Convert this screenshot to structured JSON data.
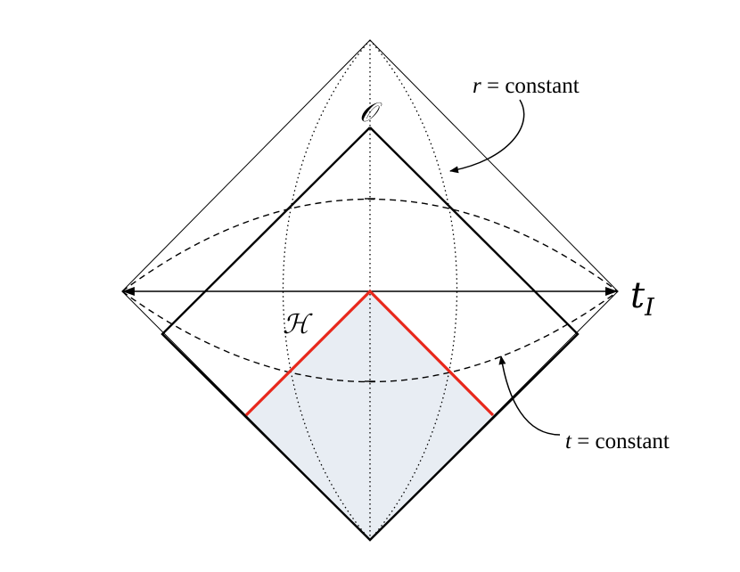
{
  "labels": {
    "observer": "𝒪",
    "horizon": "ℋ",
    "t_symbol": "t",
    "t_subscript": "I",
    "r_const_var": "r",
    "r_const_rest": " = constant",
    "t_const_var": "t",
    "t_const_rest": " = constant"
  },
  "colors": {
    "background": "#ffffff",
    "line": "#000000",
    "horizon": "#e8281c",
    "shaded_region": "#e8edf3"
  }
}
